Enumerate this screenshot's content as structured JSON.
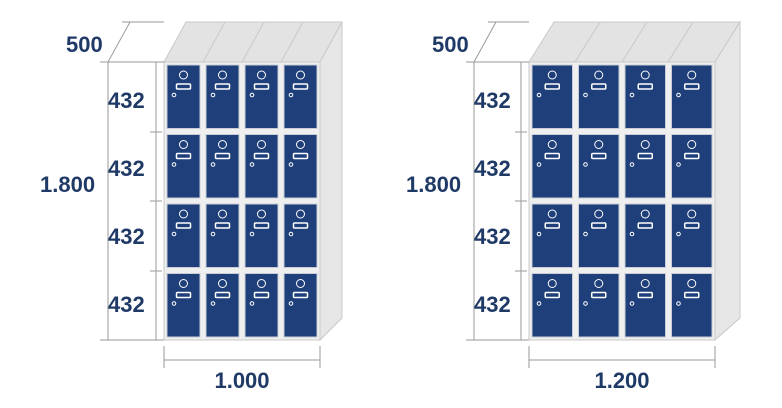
{
  "lockers": [
    {
      "columns": 4,
      "rows": 4,
      "depth_label": "500",
      "height_label": "1.800",
      "row_labels": [
        "432",
        "432",
        "432",
        "432"
      ],
      "width_label": "1.000"
    },
    {
      "columns": 4,
      "rows": 4,
      "depth_label": "500",
      "height_label": "1.800",
      "row_labels": [
        "432",
        "432",
        "432",
        "432"
      ],
      "width_label": "1.200"
    }
  ],
  "colors": {
    "door": "#1f3f7a",
    "frame": "#efefef",
    "dimension_text": "#1f3a66",
    "dimension_line": "#9a9a9a"
  }
}
